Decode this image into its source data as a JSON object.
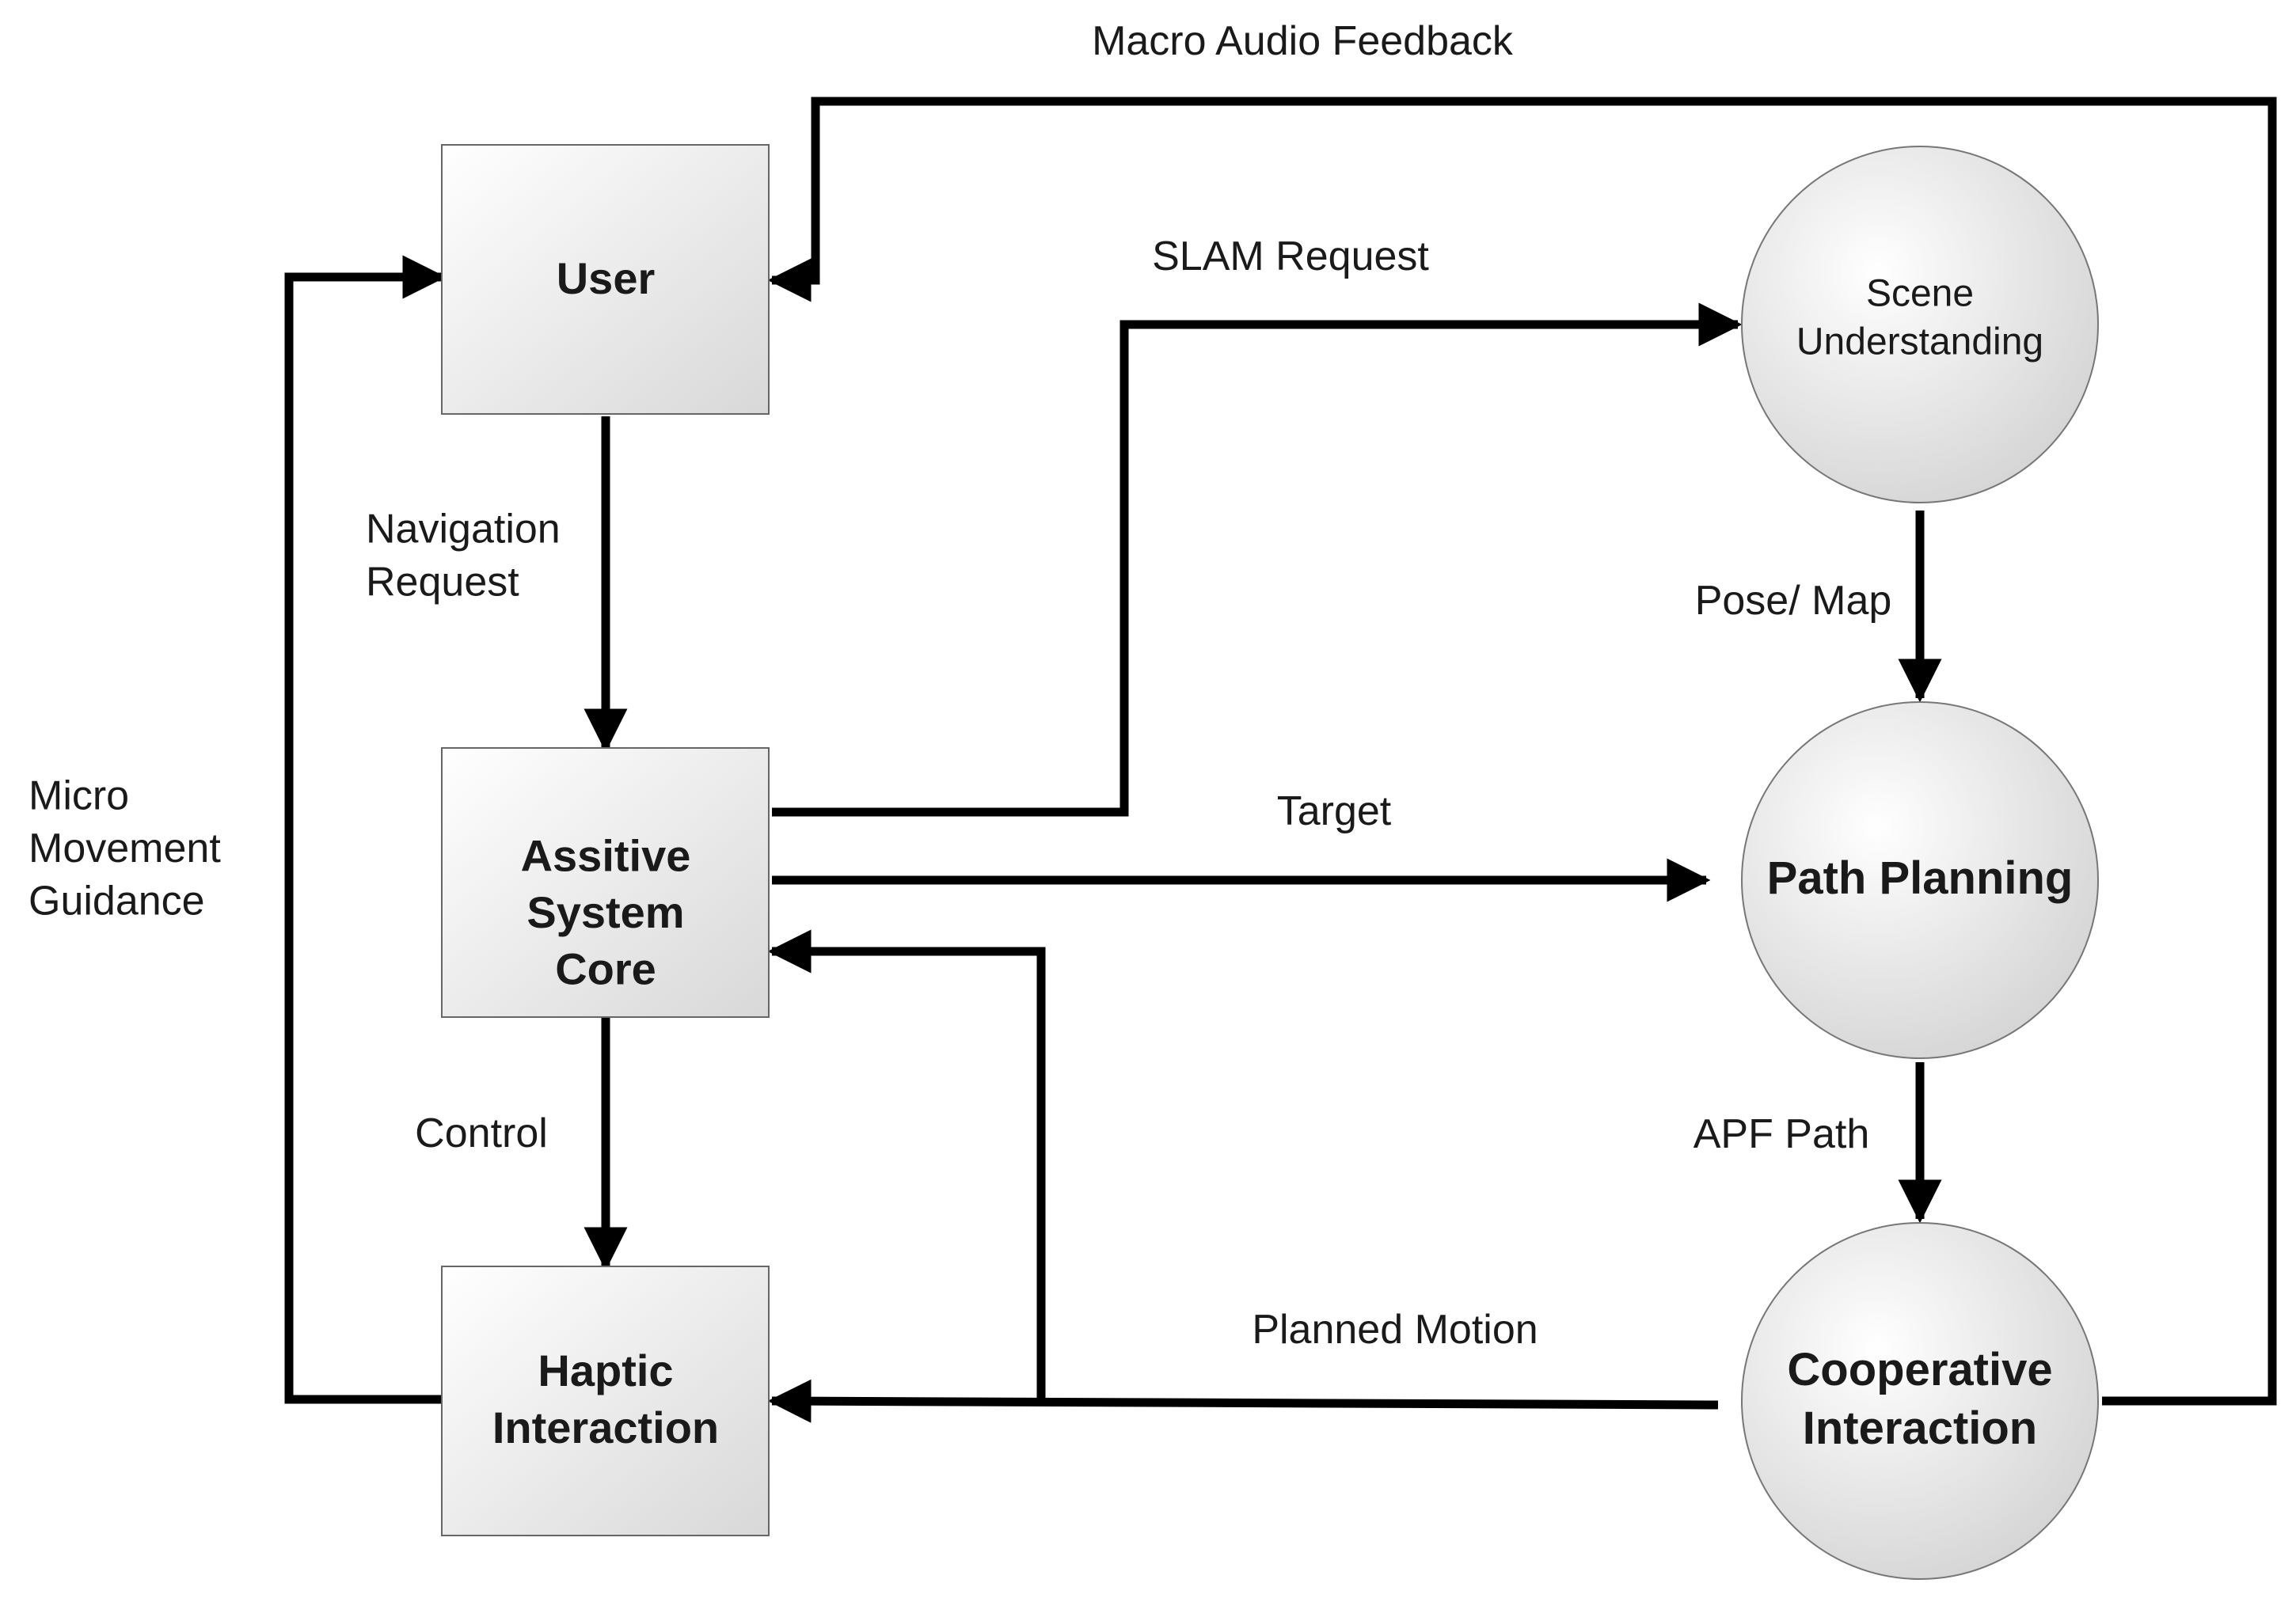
{
  "nodes": {
    "user": {
      "lines": [
        "User"
      ]
    },
    "core": {
      "lines": [
        "Assitive",
        "System",
        "Core"
      ]
    },
    "haptic": {
      "lines": [
        "Haptic",
        "Interaction"
      ]
    },
    "scene": {
      "lines": [
        "Scene",
        "Understanding"
      ]
    },
    "path": {
      "lines": [
        "Path Planning"
      ]
    },
    "coop": {
      "lines": [
        "Cooperative",
        "Interaction"
      ]
    }
  },
  "edges": {
    "macro_audio": {
      "lines": [
        "Macro Audio Feedback"
      ]
    },
    "slam": {
      "lines": [
        "SLAM Request"
      ]
    },
    "navigation": {
      "lines": [
        "Navigation",
        "Request"
      ]
    },
    "pose_map": {
      "lines": [
        "Pose/ Map"
      ]
    },
    "target": {
      "lines": [
        "Target"
      ]
    },
    "micro": {
      "lines": [
        "Micro",
        "Movement",
        "Guidance"
      ]
    },
    "control": {
      "lines": [
        "Control"
      ]
    },
    "apf": {
      "lines": [
        "APF Path"
      ]
    },
    "planned": {
      "lines": [
        "Planned Motion"
      ]
    }
  }
}
